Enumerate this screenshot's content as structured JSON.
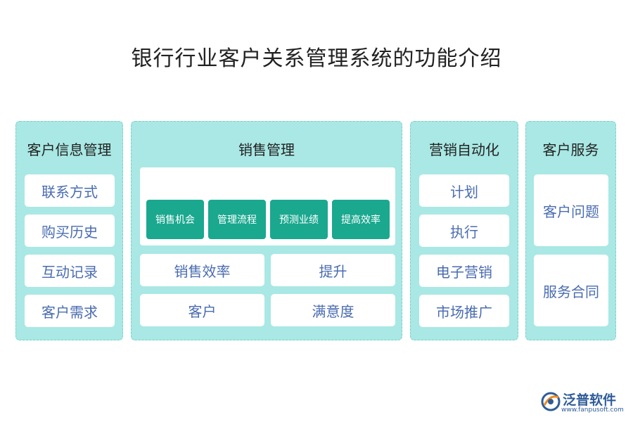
{
  "title": "银行行业客户关系管理系统的功能介绍",
  "panels": [
    {
      "title": "客户信息管理",
      "items": [
        "联系方式",
        "购买历史",
        "互动记录",
        "客户需求"
      ]
    },
    {
      "title": "销售管理",
      "chips": [
        "销售机会",
        "管理流程",
        "预测业绩",
        "提高效率"
      ],
      "items": [
        "销售效率",
        "提升",
        "客户",
        "满意度"
      ]
    },
    {
      "title": "营销自动化",
      "items": [
        "计划",
        "执行",
        "电子营销",
        "市场推广"
      ]
    },
    {
      "title": "客户服务",
      "items": [
        "客户问题",
        "服务合同"
      ]
    }
  ],
  "logo": {
    "name": "泛普软件",
    "url": "www.fanpusoft.com"
  },
  "colors": {
    "panel": "#a9e8e4",
    "chip": "#1aa88f",
    "card_text": "#4a6cb0"
  }
}
